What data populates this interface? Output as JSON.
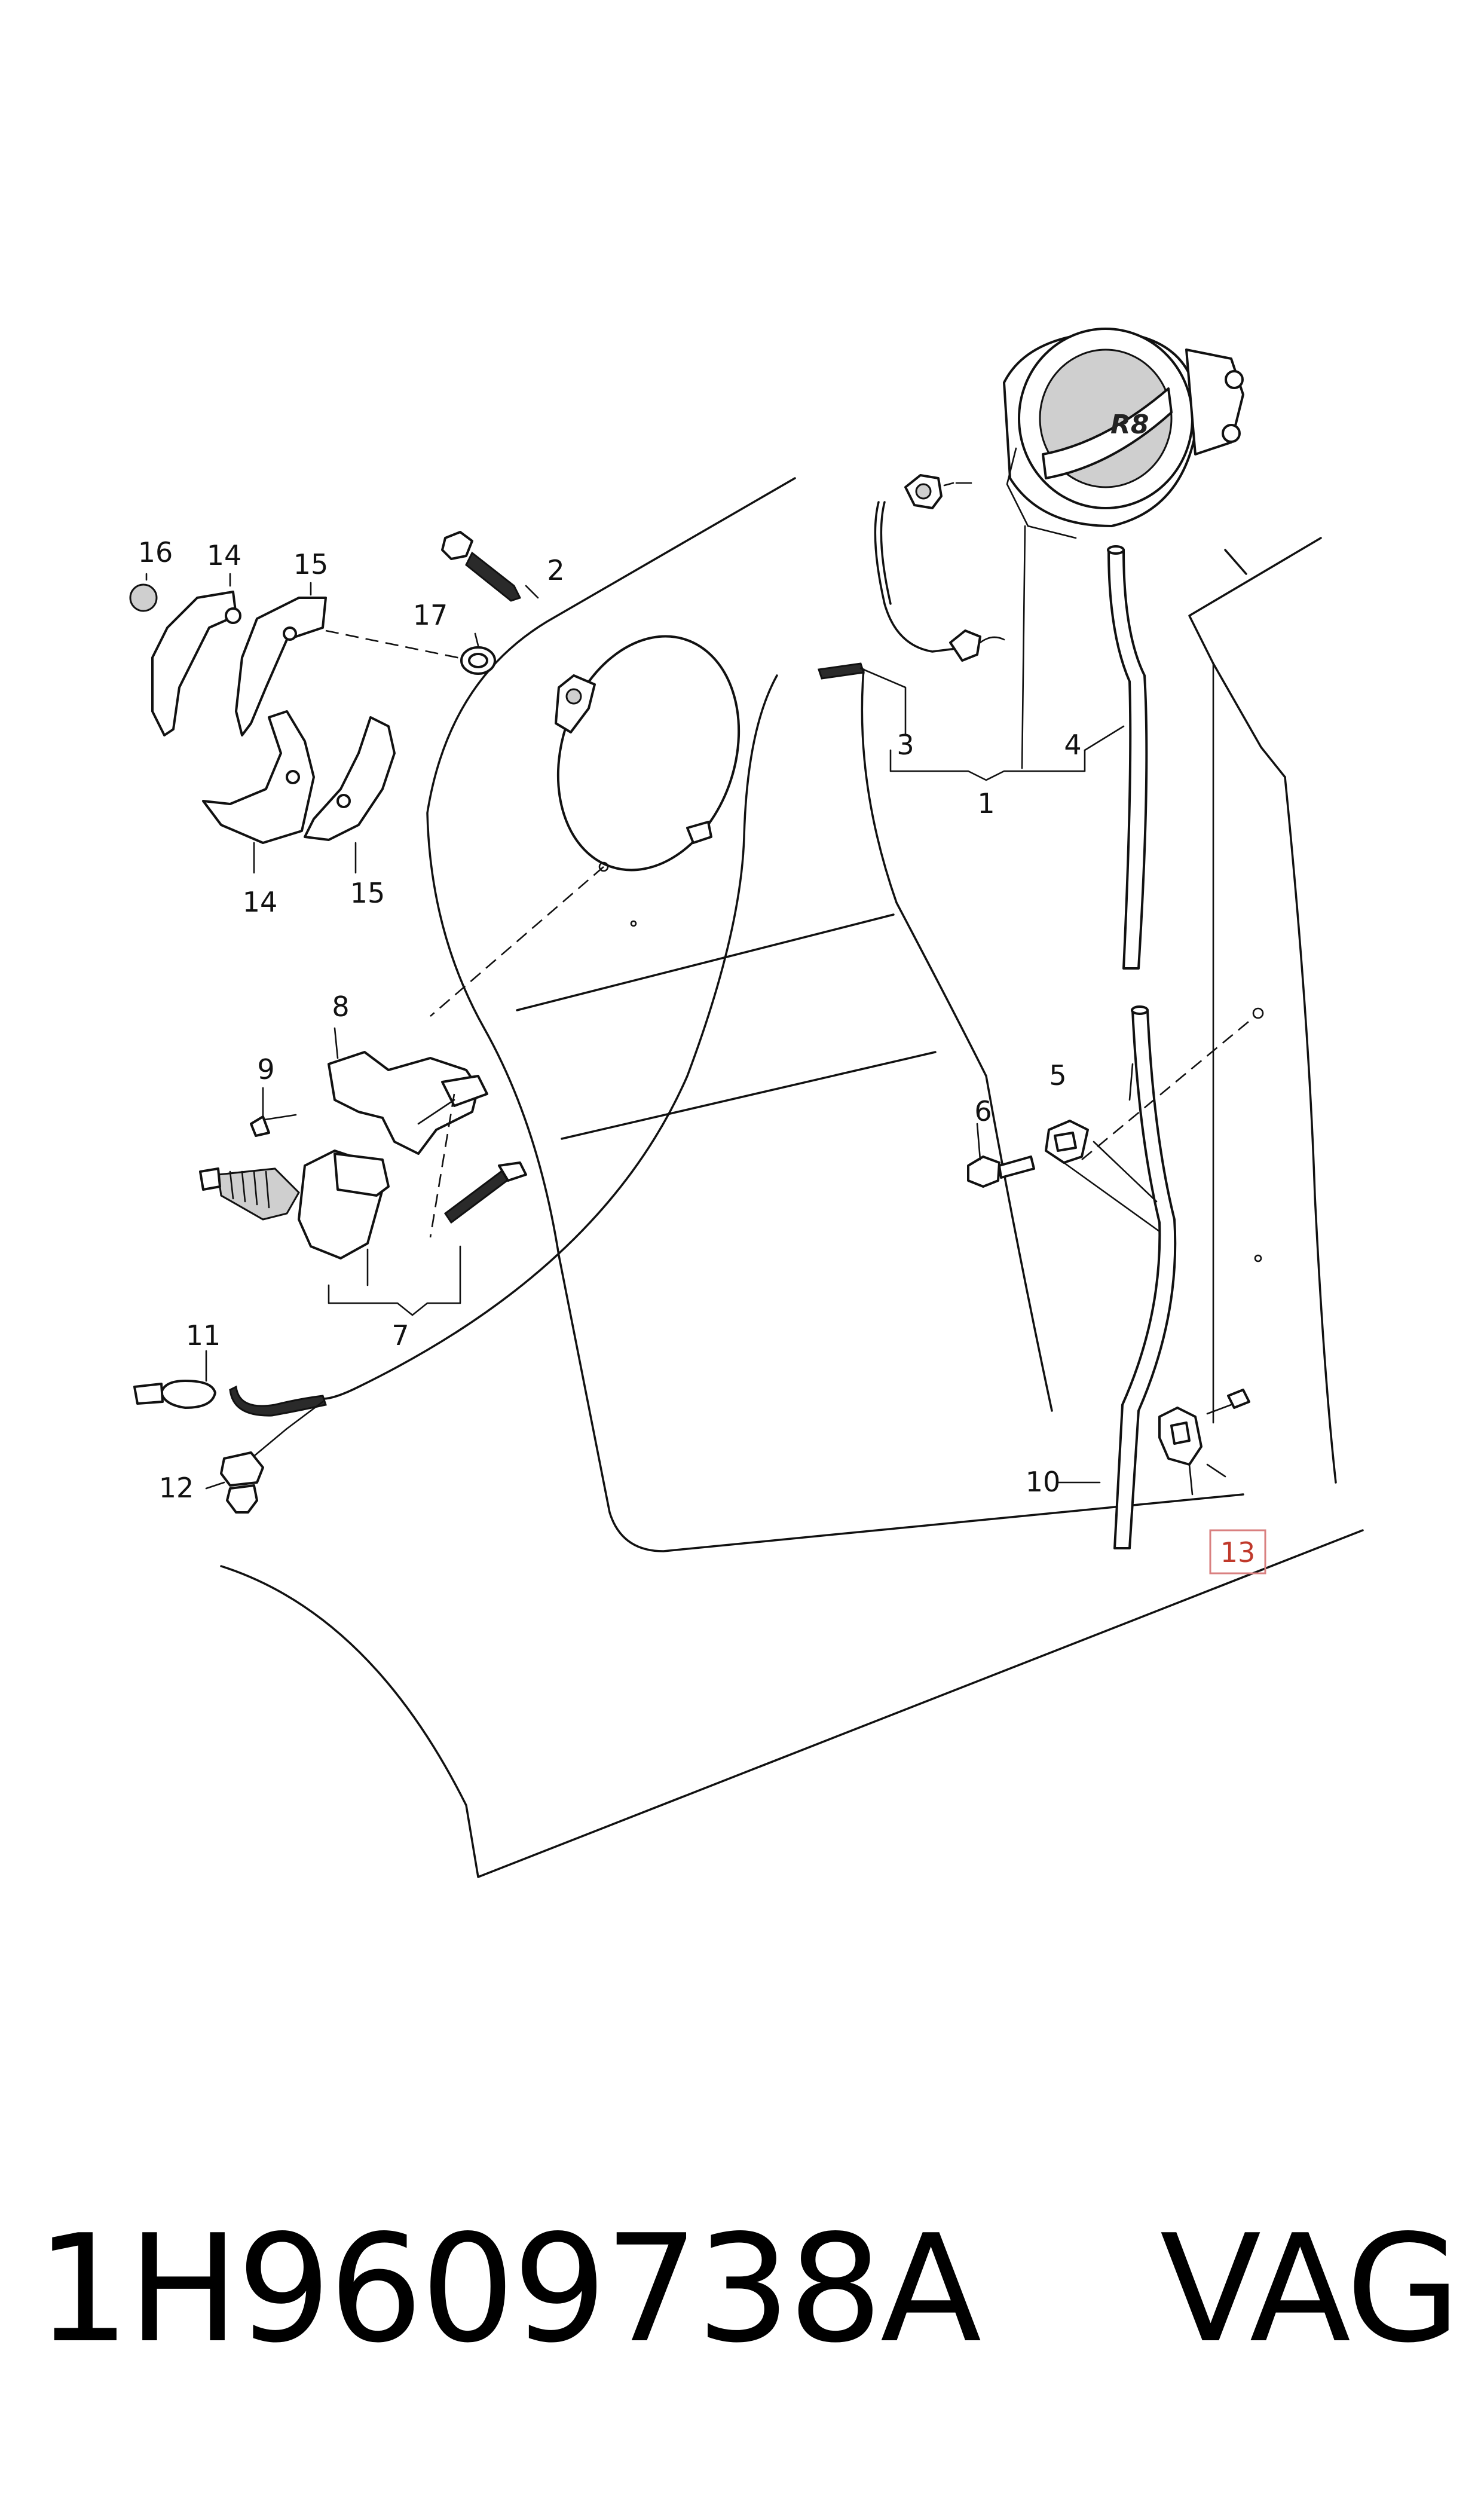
{
  "diagram": {
    "callouts": [
      {
        "id": "c1",
        "text": "1"
      },
      {
        "id": "c2",
        "text": "2"
      },
      {
        "id": "c3",
        "text": "3"
      },
      {
        "id": "c4",
        "text": "4"
      },
      {
        "id": "c5",
        "text": "5"
      },
      {
        "id": "c6",
        "text": "6"
      },
      {
        "id": "c7",
        "text": "7"
      },
      {
        "id": "c8",
        "text": "8"
      },
      {
        "id": "c9",
        "text": "9"
      },
      {
        "id": "c10",
        "text": "10"
      },
      {
        "id": "c11",
        "text": "11"
      },
      {
        "id": "c12",
        "text": "12"
      },
      {
        "id": "c13",
        "text": "13",
        "highlighted": true
      },
      {
        "id": "c14a",
        "text": "14"
      },
      {
        "id": "c14b",
        "text": "14"
      },
      {
        "id": "c15a",
        "text": "15"
      },
      {
        "id": "c15b",
        "text": "15"
      },
      {
        "id": "c16",
        "text": "16"
      },
      {
        "id": "c17",
        "text": "17"
      }
    ],
    "fuel_cap_logo": "R8",
    "highlight_color": "#d98080"
  },
  "footer": {
    "part_number": "1H9609738A",
    "brand": "VAG"
  }
}
